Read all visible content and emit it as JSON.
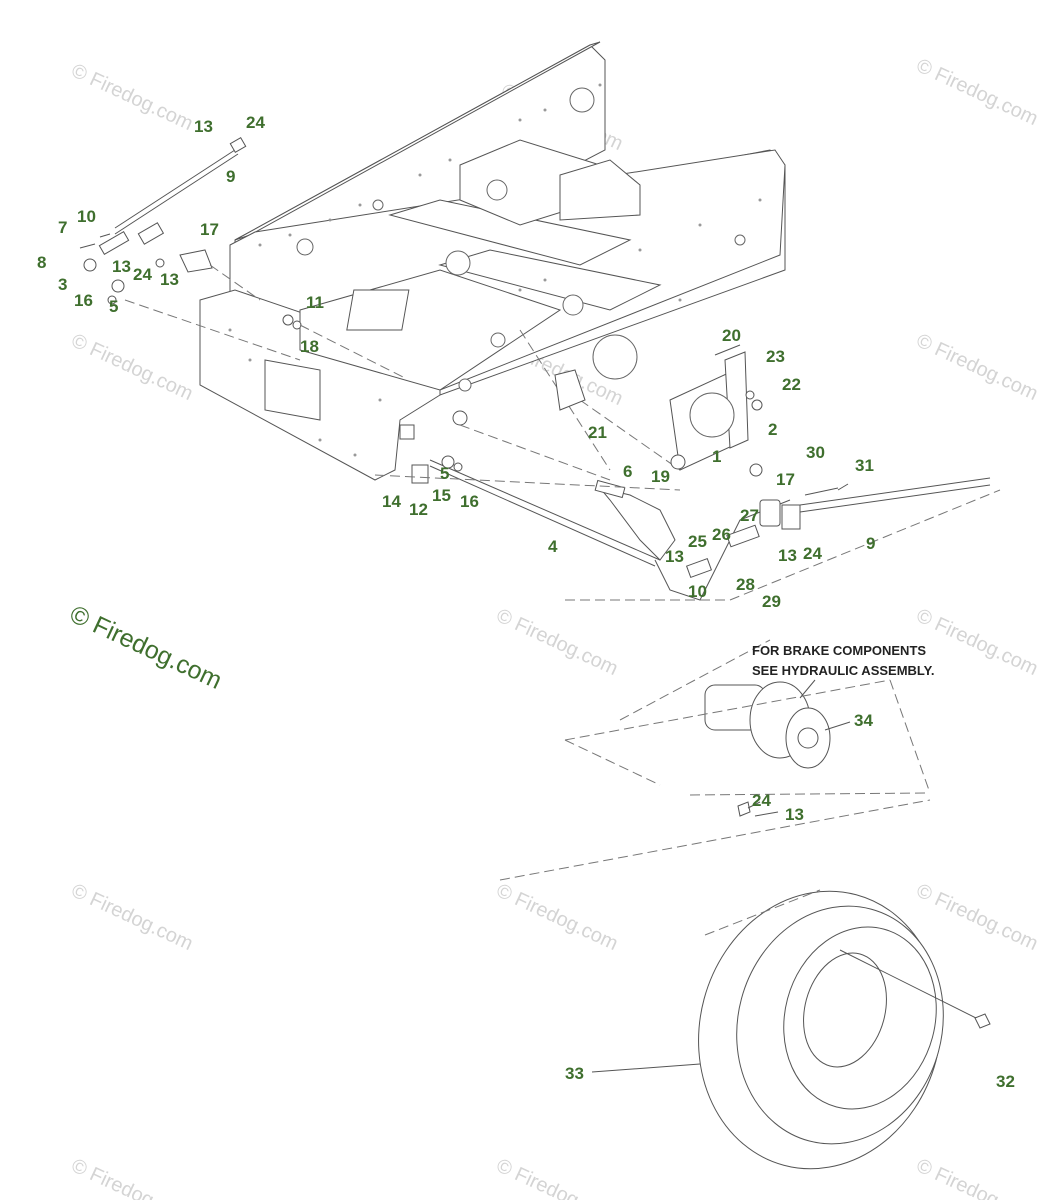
{
  "watermark": "© Firedog.com",
  "note": {
    "line1": "FOR BRAKE COMPONENTS",
    "line2": "SEE HYDRAULIC ASSEMBLY."
  },
  "callouts": {
    "c13a": "13",
    "c24a": "24",
    "c9a": "9",
    "c10a": "10",
    "c7": "7",
    "c17a": "17",
    "c8": "8",
    "c13b": "13",
    "c24b": "24",
    "c13c": "13",
    "c3": "3",
    "c16a": "16",
    "c5a": "5",
    "c11": "11",
    "c18": "18",
    "c20": "20",
    "c23": "23",
    "c22": "22",
    "c21": "21",
    "c2": "2",
    "c1": "1",
    "c19": "19",
    "c6": "6",
    "c30": "30",
    "c31": "31",
    "c17b": "17",
    "c5b": "5",
    "c14": "14",
    "c15": "15",
    "c16b": "16",
    "c12": "12",
    "c27": "27",
    "c26": "26",
    "c25": "25",
    "c9b": "9",
    "c4": "4",
    "c13d": "13",
    "c13e": "13",
    "c24c": "24",
    "c28": "28",
    "c10b": "10",
    "c29": "29",
    "c34": "34",
    "c24d": "24",
    "c13f": "13",
    "c33": "33",
    "c32": "32"
  }
}
